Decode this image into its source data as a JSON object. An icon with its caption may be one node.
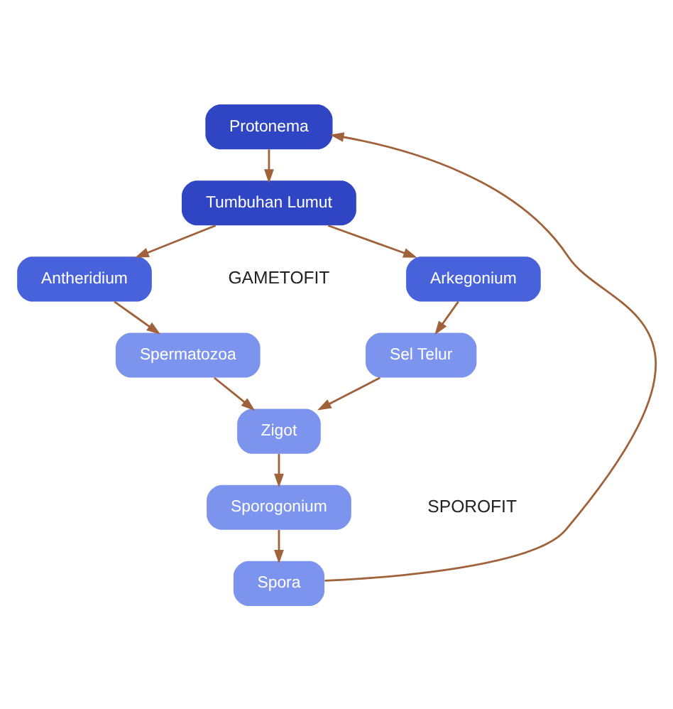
{
  "diagram": {
    "nodes": [
      {
        "text": [
          "Protonema"
        ]
      },
      {
        "text": [
          "Tumbuhan Lumut"
        ]
      },
      {
        "text": [
          "Antheridium"
        ]
      },
      {
        "text": [
          "Arkegonium"
        ]
      },
      {
        "text": [
          "Spermatozoa"
        ]
      },
      {
        "text": [
          "Sel Telur"
        ]
      },
      {
        "text": [
          "Zigot"
        ]
      },
      {
        "text": [
          "Sporogonium"
        ]
      },
      {
        "text": [
          "Spora"
        ]
      }
    ],
    "edges": [
      {
        "from": 0,
        "to": 1,
        "arrow": "to"
      },
      {
        "from": 1,
        "to": 2,
        "arrow": "to"
      },
      {
        "from": 1,
        "to": 3,
        "arrow": "to"
      },
      {
        "from": 2,
        "to": 4,
        "arrow": "to"
      },
      {
        "from": 3,
        "to": 5,
        "arrow": "to"
      },
      {
        "from": 4,
        "to": 6,
        "arrow": "to"
      },
      {
        "from": 5,
        "to": 6,
        "arrow": "to"
      },
      {
        "from": 6,
        "to": 7,
        "arrow": "to"
      },
      {
        "from": 7,
        "to": 8,
        "arrow": "to"
      },
      {
        "from": 8,
        "to": 0,
        "arrow": "to"
      }
    ],
    "labels": [
      "GAMETOFIT",
      "SPOROFIT"
    ]
  }
}
